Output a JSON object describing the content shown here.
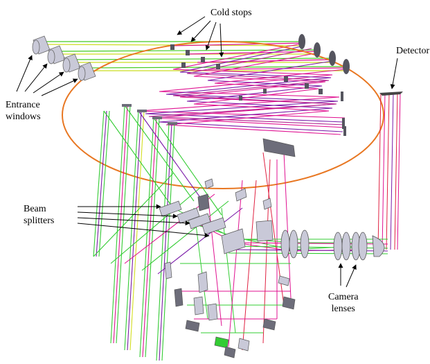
{
  "labels": {
    "cold_stops": "Cold stops",
    "detector": "Detector",
    "entrance_windows": [
      "Entrance",
      "windows"
    ],
    "beam_splitters": [
      "Beam",
      "splitters"
    ],
    "camera_lenses": [
      "Camera",
      "lenses"
    ]
  },
  "colors": {
    "ellipse": "#e87722",
    "ray_green": "#33cc33",
    "ray_yellow": "#d4e020",
    "ray_magenta": "#e01090",
    "ray_purple": "#7a1aa8",
    "ray_red": "#e02040",
    "component_light": "#c9c9d8",
    "component_dark": "#55555f",
    "detector_dark": "#444444",
    "arrow": "#000000"
  }
}
